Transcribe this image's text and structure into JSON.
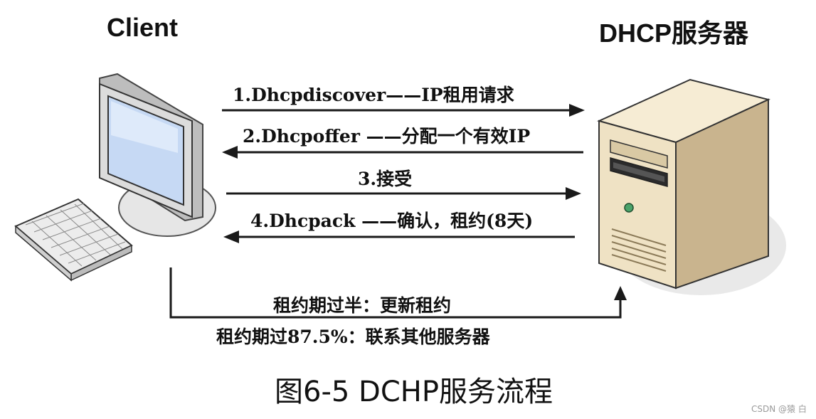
{
  "headers": {
    "client": "Client",
    "server": "DHCP服务器"
  },
  "messages": [
    {
      "label": "1.Dhcpdiscover——IP租用请求",
      "direction": "to-server"
    },
    {
      "label": "2.Dhcpoffer ——分配一个有效IP",
      "direction": "to-client"
    },
    {
      "label": "3.接受",
      "direction": "to-server"
    },
    {
      "label": "4.Dhcpack ——确认，租约(8天)",
      "direction": "to-client"
    }
  ],
  "renewal": {
    "line1": "租约期过半：更新租约",
    "line2": "租约期过87.5%：联系其他服务器"
  },
  "caption": "图6-5 DCHP服务流程",
  "watermark": "CSDN @猿 白",
  "colors": {
    "arrow": "#1a1a1a",
    "server_body": "#efe2c4",
    "server_shade": "#c9b48e",
    "monitor_bezel": "#d9d9d9",
    "screen": "#cfe0f7",
    "led": "#4aa36a"
  },
  "icons": [
    "client-computer-icon",
    "server-tower-icon"
  ]
}
